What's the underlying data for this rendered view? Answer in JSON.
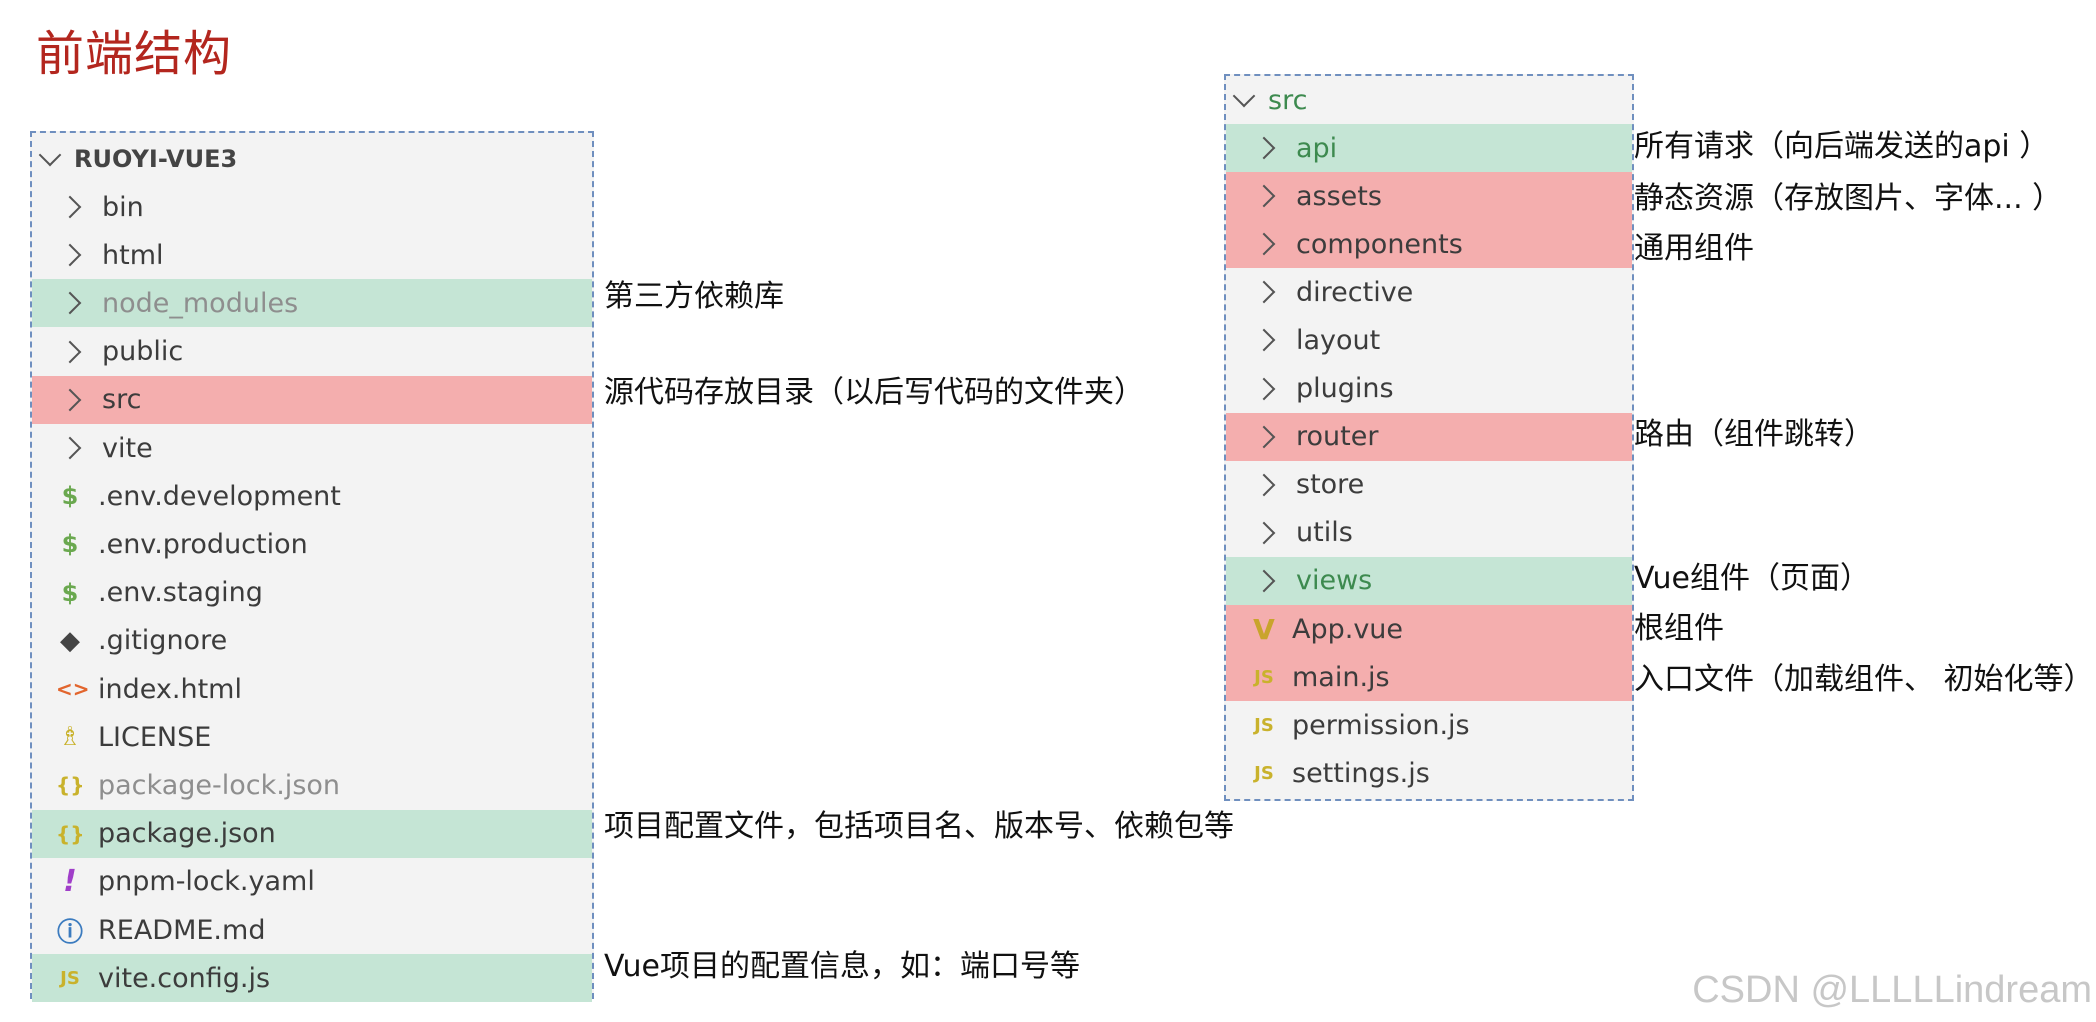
{
  "title": "前端结构",
  "left_explorer": {
    "root": "RUOYI-VUE3",
    "items": [
      {
        "label": "bin",
        "kind": "folder",
        "icon": "chevron-right-icon",
        "highlight": ""
      },
      {
        "label": "html",
        "kind": "folder",
        "icon": "chevron-right-icon",
        "highlight": ""
      },
      {
        "label": "node_modules",
        "kind": "folder",
        "icon": "chevron-right-icon",
        "highlight": "green"
      },
      {
        "label": "public",
        "kind": "folder",
        "icon": "chevron-right-icon",
        "highlight": ""
      },
      {
        "label": "src",
        "kind": "folder",
        "icon": "chevron-right-icon",
        "highlight": "red"
      },
      {
        "label": "vite",
        "kind": "folder",
        "icon": "chevron-right-icon",
        "highlight": ""
      },
      {
        "label": ".env.development",
        "kind": "file",
        "icon": "dollar-icon",
        "glyph": "$",
        "highlight": ""
      },
      {
        "label": ".env.production",
        "kind": "file",
        "icon": "dollar-icon",
        "glyph": "$",
        "highlight": ""
      },
      {
        "label": ".env.staging",
        "kind": "file",
        "icon": "dollar-icon",
        "glyph": "$",
        "highlight": ""
      },
      {
        "label": ".gitignore",
        "kind": "file",
        "icon": "git-icon",
        "glyph": "◆",
        "highlight": ""
      },
      {
        "label": "index.html",
        "kind": "file",
        "icon": "html-icon",
        "glyph": "<>",
        "highlight": ""
      },
      {
        "label": "LICENSE",
        "kind": "file",
        "icon": "license-icon",
        "glyph": "♗",
        "highlight": ""
      },
      {
        "label": "package-lock.json",
        "kind": "file",
        "icon": "json-icon",
        "glyph": "{}",
        "highlight": ""
      },
      {
        "label": "package.json",
        "kind": "file",
        "icon": "json-icon",
        "glyph": "{}",
        "highlight": "green"
      },
      {
        "label": "pnpm-lock.yaml",
        "kind": "file",
        "icon": "yaml-icon",
        "glyph": "!",
        "highlight": ""
      },
      {
        "label": "README.md",
        "kind": "file",
        "icon": "info-icon",
        "glyph": "ⓘ",
        "highlight": ""
      },
      {
        "label": "vite.config.js",
        "kind": "file",
        "icon": "js-icon",
        "glyph": "JS",
        "highlight": "green"
      }
    ]
  },
  "right_explorer": {
    "root": "src",
    "items": [
      {
        "label": "api",
        "kind": "folder",
        "icon": "chevron-right-icon",
        "highlight": "green"
      },
      {
        "label": "assets",
        "kind": "folder",
        "icon": "chevron-right-icon",
        "highlight": "red"
      },
      {
        "label": "components",
        "kind": "folder",
        "icon": "chevron-right-icon",
        "highlight": "red"
      },
      {
        "label": "directive",
        "kind": "folder",
        "icon": "chevron-right-icon",
        "highlight": ""
      },
      {
        "label": "layout",
        "kind": "folder",
        "icon": "chevron-right-icon",
        "highlight": ""
      },
      {
        "label": "plugins",
        "kind": "folder",
        "icon": "chevron-right-icon",
        "highlight": ""
      },
      {
        "label": "router",
        "kind": "folder",
        "icon": "chevron-right-icon",
        "highlight": "red"
      },
      {
        "label": "store",
        "kind": "folder",
        "icon": "chevron-right-icon",
        "highlight": ""
      },
      {
        "label": "utils",
        "kind": "folder",
        "icon": "chevron-right-icon",
        "highlight": ""
      },
      {
        "label": "views",
        "kind": "folder",
        "icon": "chevron-right-icon",
        "highlight": "green"
      },
      {
        "label": "App.vue",
        "kind": "file",
        "icon": "vue-icon",
        "glyph": "V",
        "highlight": "red"
      },
      {
        "label": "main.js",
        "kind": "file",
        "icon": "js-icon",
        "glyph": "JS",
        "highlight": "red"
      },
      {
        "label": "permission.js",
        "kind": "file",
        "icon": "js-icon",
        "glyph": "JS",
        "highlight": ""
      },
      {
        "label": "settings.js",
        "kind": "file",
        "icon": "js-icon",
        "glyph": "JS",
        "highlight": ""
      }
    ]
  },
  "annotations": {
    "node_modules": "第三方依赖库",
    "src": "源代码存放目录（以后写代码的文件夹）",
    "package_json": "项目配置文件，包括项目名、版本号、依赖包等",
    "vite_config": "Vue项目的配置信息，如：端口号等",
    "api": "所有请求（向后端发送的api ）",
    "assets": "静态资源（存放图片、字体... ）",
    "components": "通用组件",
    "router": "路由（组件跳转）",
    "views": "Vue组件（页面）",
    "app_vue": "根组件",
    "main_js": "入口文件（加载组件、 初始化等）"
  },
  "watermark": "CSDN @LLLLLindream",
  "colors": {
    "title": "#b3261e",
    "highlight_green": "#c5e5d5",
    "highlight_red": "#f4aeae",
    "panel_bg": "#f3f3f3",
    "panel_border": "#6f8fbf"
  }
}
